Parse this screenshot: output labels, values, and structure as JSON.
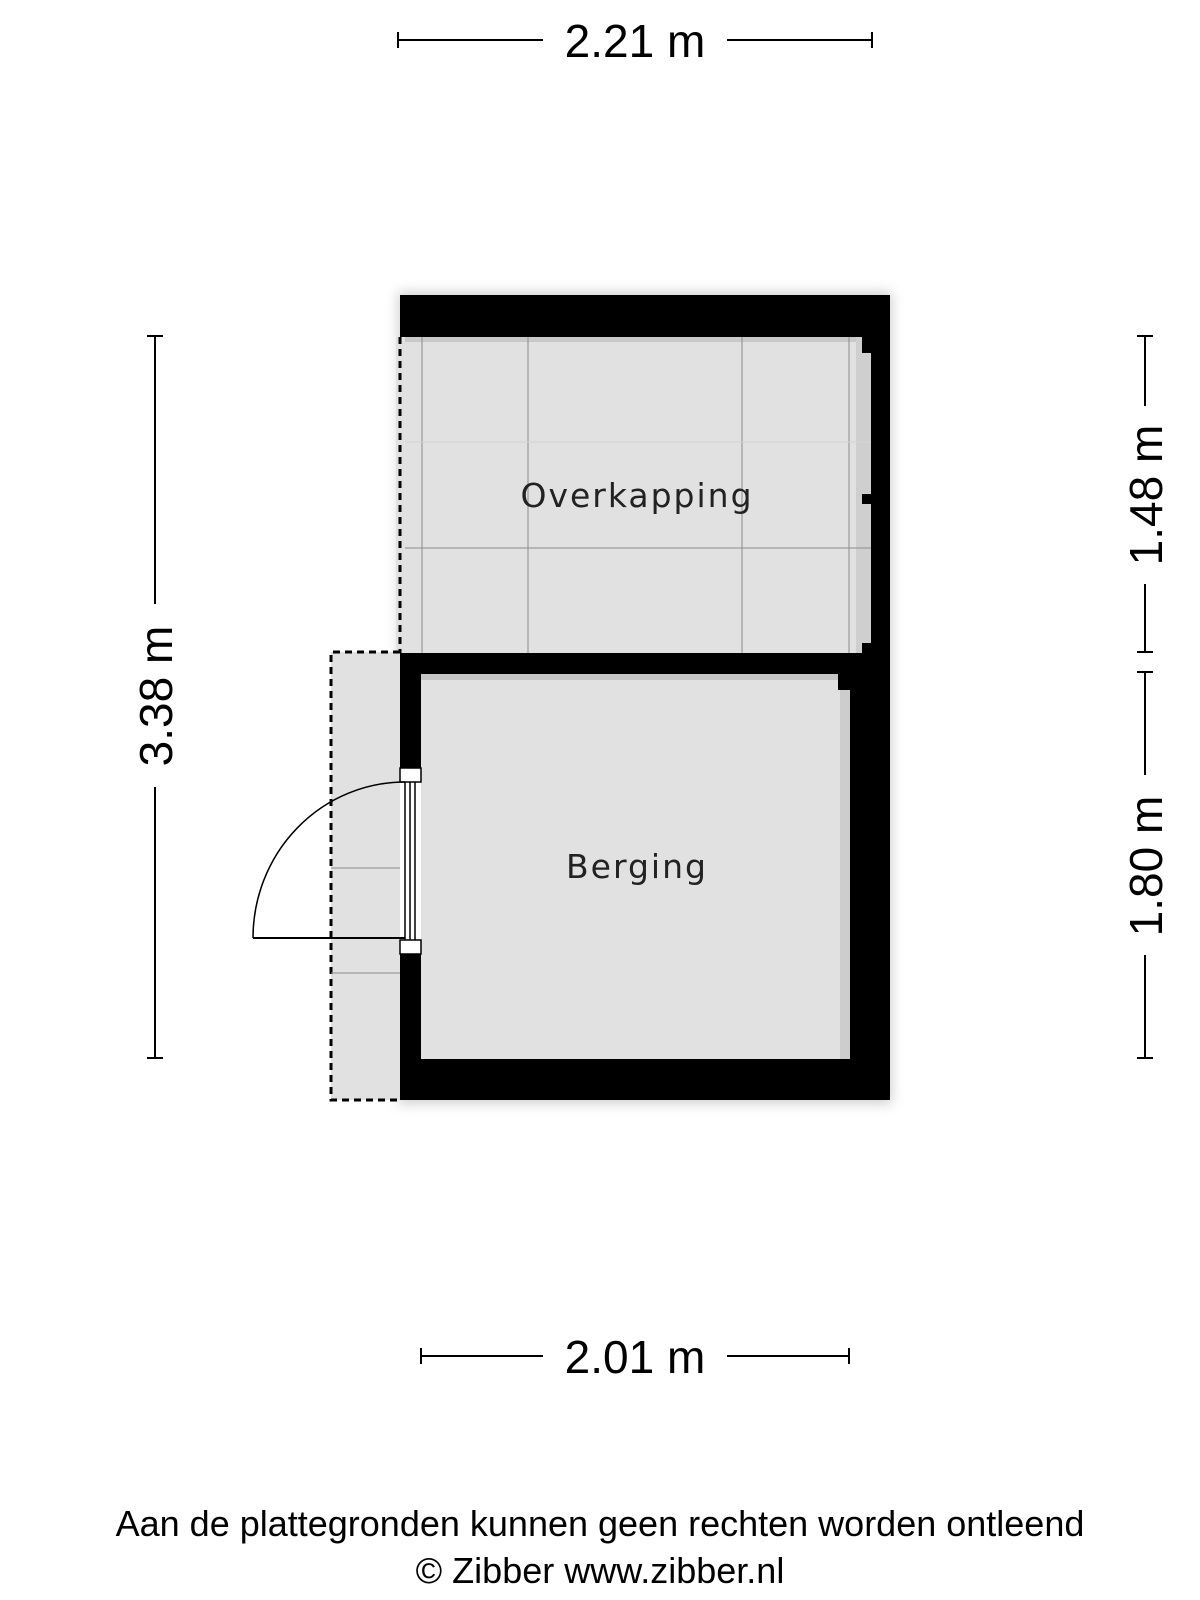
{
  "dimensions": {
    "top_width": "2.21 m",
    "bottom_width": "2.01 m",
    "left_height": "3.38 m",
    "right_upper_height": "1.48 m",
    "right_lower_height": "1.80 m"
  },
  "rooms": {
    "upper": "Overkapping",
    "lower": "Berging"
  },
  "footer": {
    "disclaimer": "Aan de plattegronden kunnen geen rechten worden ontleend",
    "credit": "© Zibber www.zibber.nl"
  },
  "colors": {
    "wall": "#000000",
    "floor": "#e1e1e1",
    "tile_line": "#8c8c8c"
  }
}
